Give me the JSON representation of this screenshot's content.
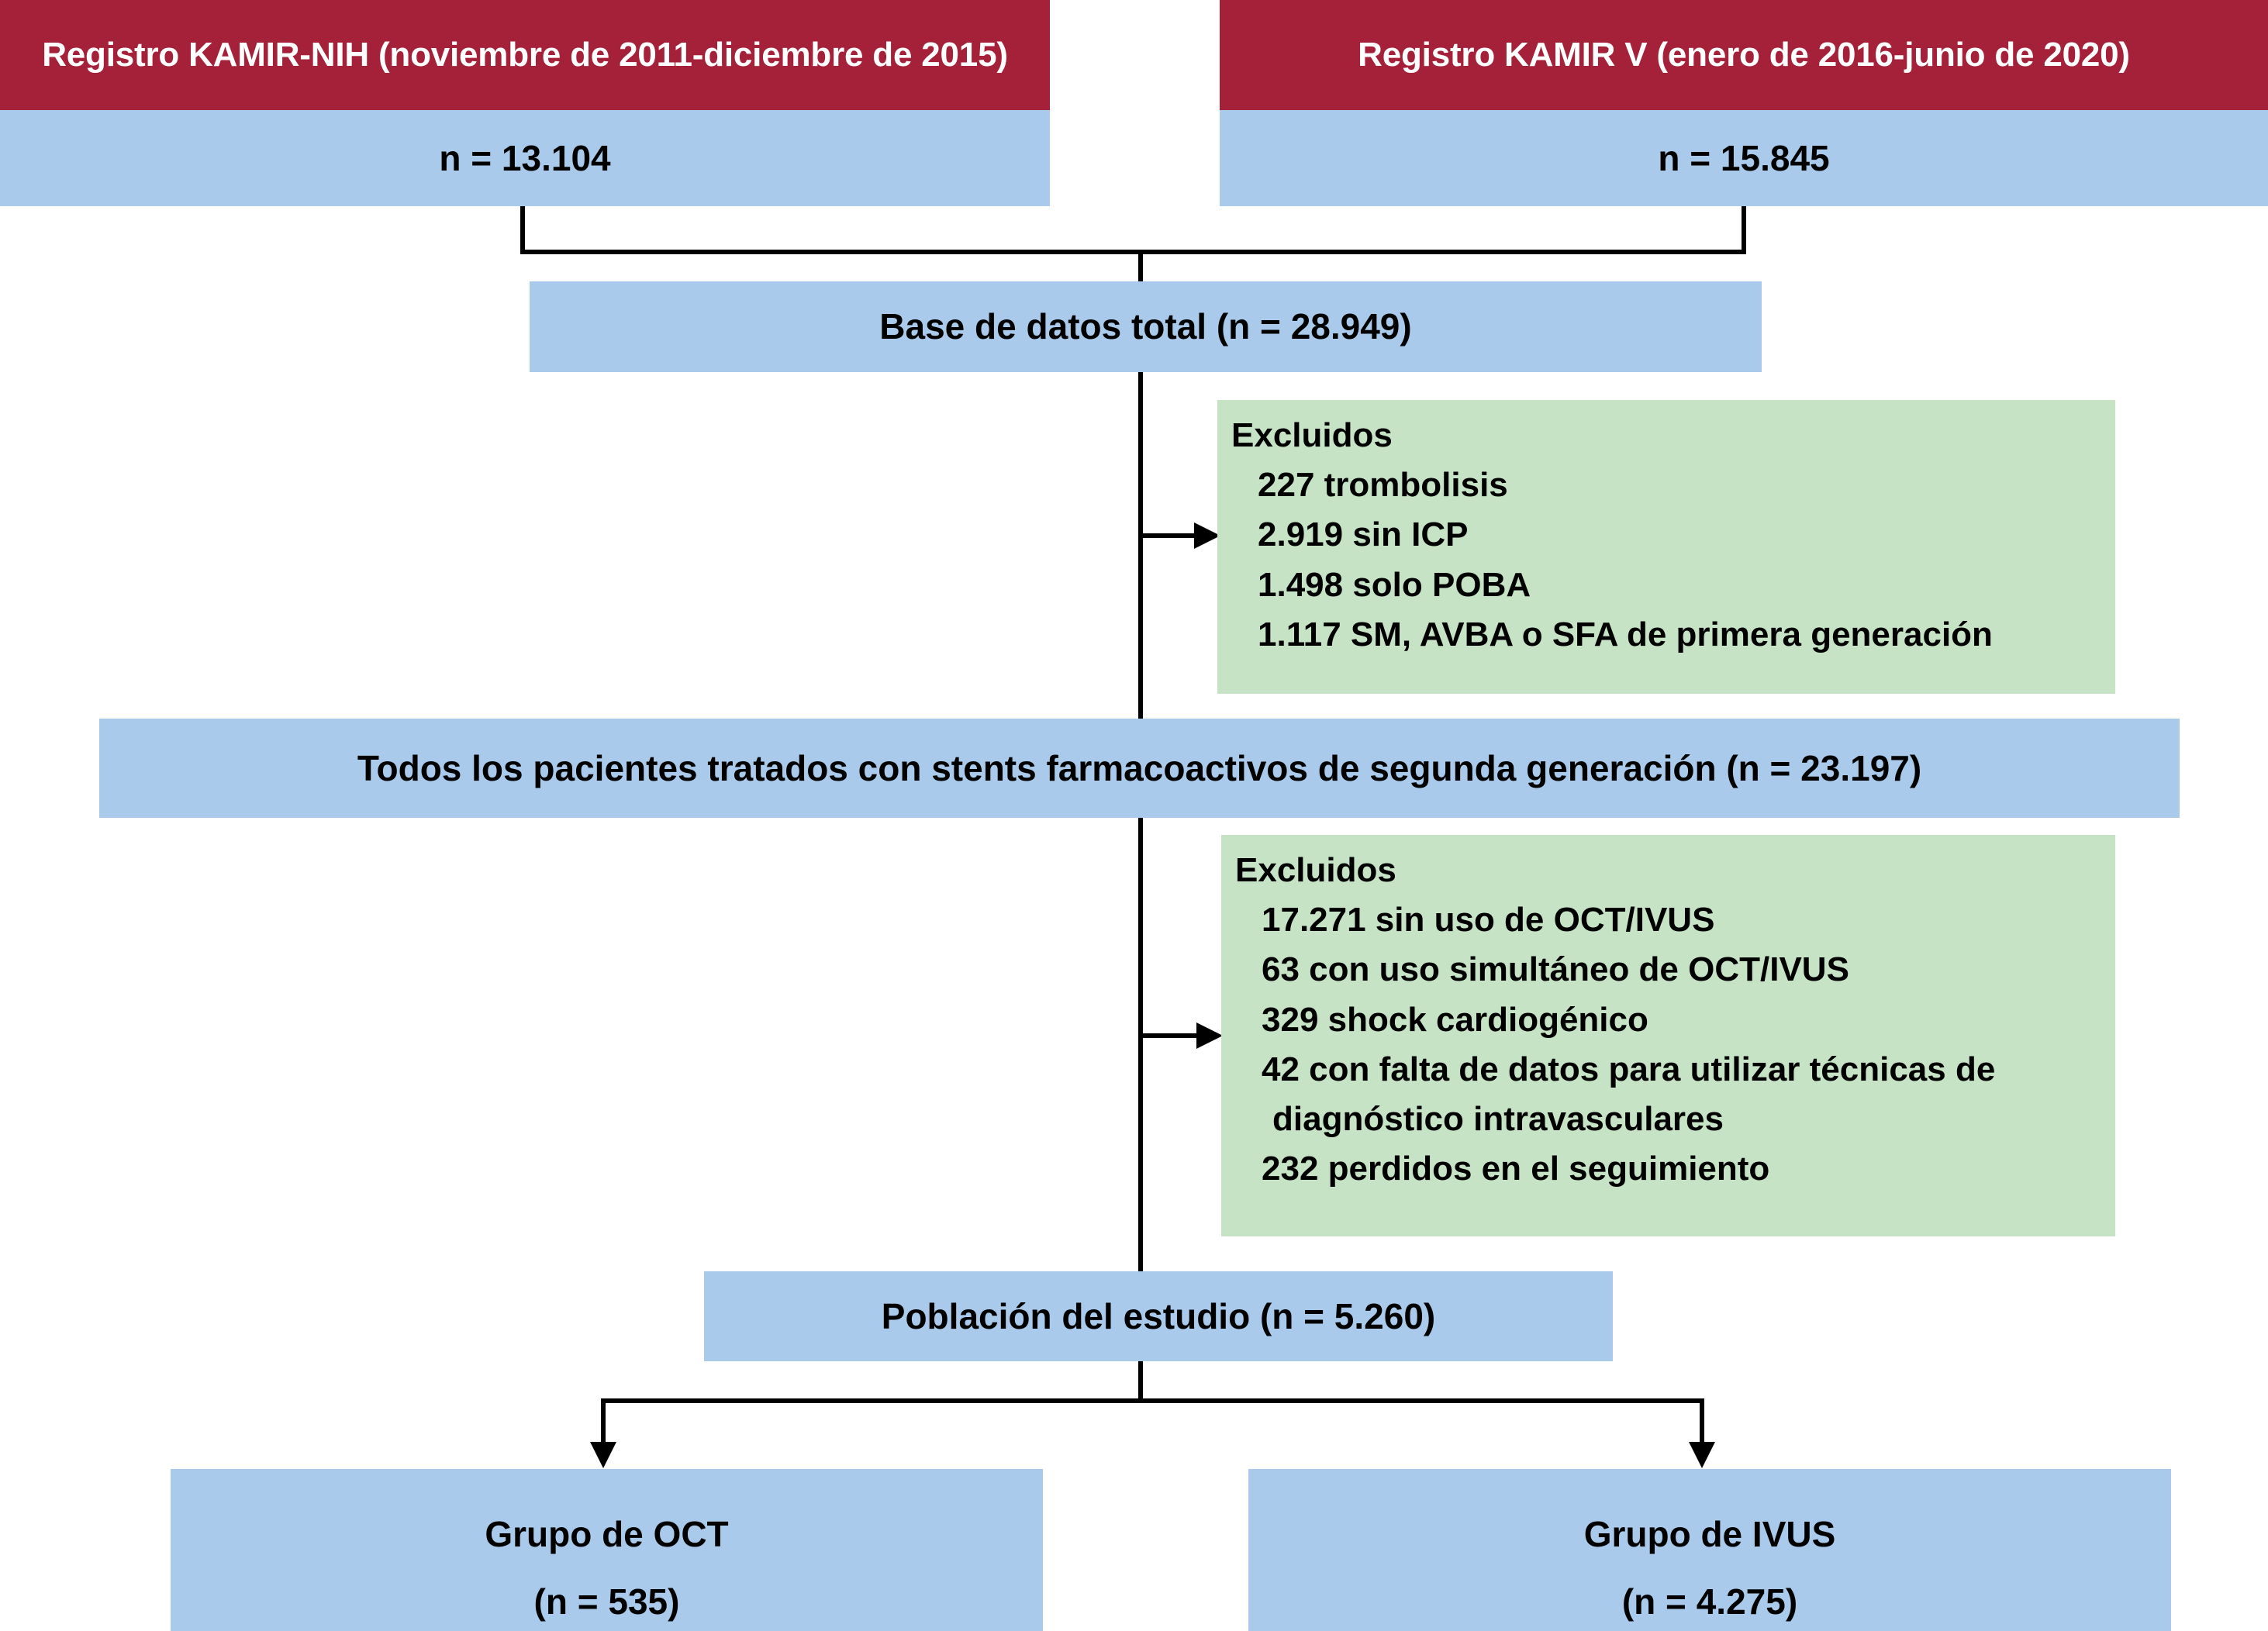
{
  "figure": {
    "type": "flowchart",
    "language": "es",
    "colors": {
      "header_red": "#a52139",
      "node_blue": "#a9caea",
      "exclusion_green": "#c6e3c5",
      "connector_black": "#000000",
      "background": "#ffffff"
    }
  },
  "registries": [
    {
      "title": "Registro KAMIR-NIH (noviembre de 2011-diciembre de 2015)",
      "count_label": "n = 13.104"
    },
    {
      "title": "Registro KAMIR V (enero de 2016-junio de 2020)",
      "count_label": "n = 15.845"
    }
  ],
  "total_database": {
    "label": "Base de datos total (n = 28.949)"
  },
  "exclusions_1": {
    "title": "Excluidos",
    "items": [
      "227 trombolisis",
      "2.919 sin ICP",
      "1.498 solo POBA",
      "1.117 SM, AVBA o SFA de primera generación"
    ]
  },
  "all_patients": {
    "label": "Todos los pacientes tratados con stents farmacoactivos de segunda generación (n = 23.197)"
  },
  "exclusions_2": {
    "title": "Excluidos",
    "items": [
      "17.271 sin uso de OCT/IVUS",
      "63 con uso simultáneo de OCT/IVUS",
      "329 shock cardiogénico",
      "42 con falta de datos para utilizar técnicas de",
      "diagnóstico intravasculares",
      "232 perdidos en el seguimiento"
    ],
    "continuation_indices": [
      4
    ]
  },
  "study_population": {
    "label": "Población del estudio (n = 5.260)"
  },
  "groups": [
    {
      "title": "Grupo de OCT",
      "count_label": "(n = 535)"
    },
    {
      "title": "Grupo de IVUS",
      "count_label": "(n = 4.275)"
    }
  ]
}
